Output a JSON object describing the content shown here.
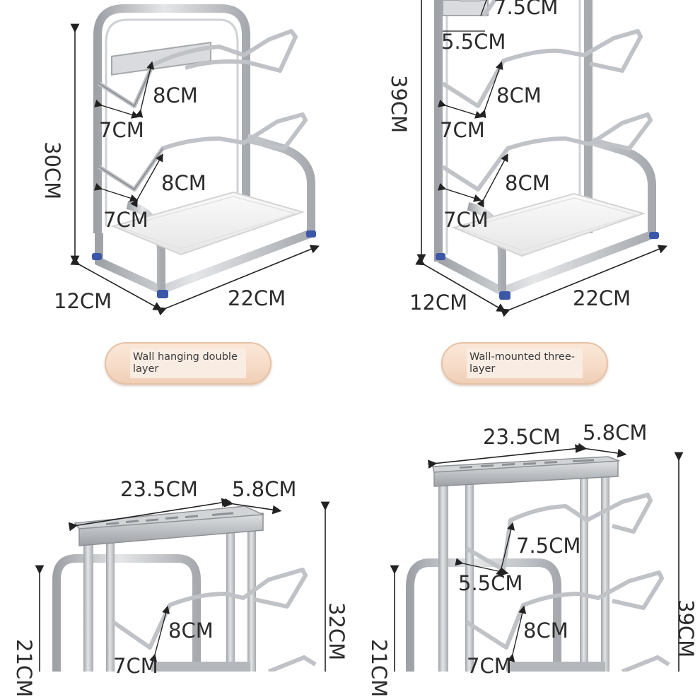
{
  "panels": [
    {
      "id": "two-layer",
      "dims": {
        "width": "22CM",
        "depth": "12CM",
        "height": "30CM",
        "hook_upper_w": "8CM",
        "hook_upper_d": "7CM",
        "hook_lower_w": "8CM",
        "hook_lower_d": "7CM"
      },
      "caption": "Wall hanging double layer"
    },
    {
      "id": "three-layer",
      "dims": {
        "width": "22CM",
        "depth": "12CM",
        "height": "39CM",
        "hook_top_w": "7.5CM",
        "hook_top_d": "5.5CM",
        "hook_mid_w": "8CM",
        "hook_mid_d": "7CM",
        "hook_low_w": "8CM",
        "hook_low_d": "7CM"
      },
      "caption": "Wall-mounted three-layer"
    },
    {
      "id": "knife-two-layer",
      "dims": {
        "top_w": "23.5CM",
        "top_d": "5.8CM",
        "height_total": "32CM",
        "height_base": "21CM",
        "hook_w": "8CM",
        "hook_d": "7CM"
      }
    },
    {
      "id": "knife-three-layer",
      "dims": {
        "top_w": "23.5CM",
        "top_d": "5.8CM",
        "height_total": "39CM",
        "height_base": "21CM",
        "hook_top_w": "7.5CM",
        "hook_top_d": "5.5CM",
        "hook_mid_w": "8CM",
        "hook_low_d": "7CM"
      }
    }
  ],
  "colors": {
    "steel": "#b9bcc0",
    "steel_dark": "#8d9196",
    "tray": "#f3f3f3",
    "feet": "#3b58a8",
    "pill": "#f6dbc6"
  }
}
